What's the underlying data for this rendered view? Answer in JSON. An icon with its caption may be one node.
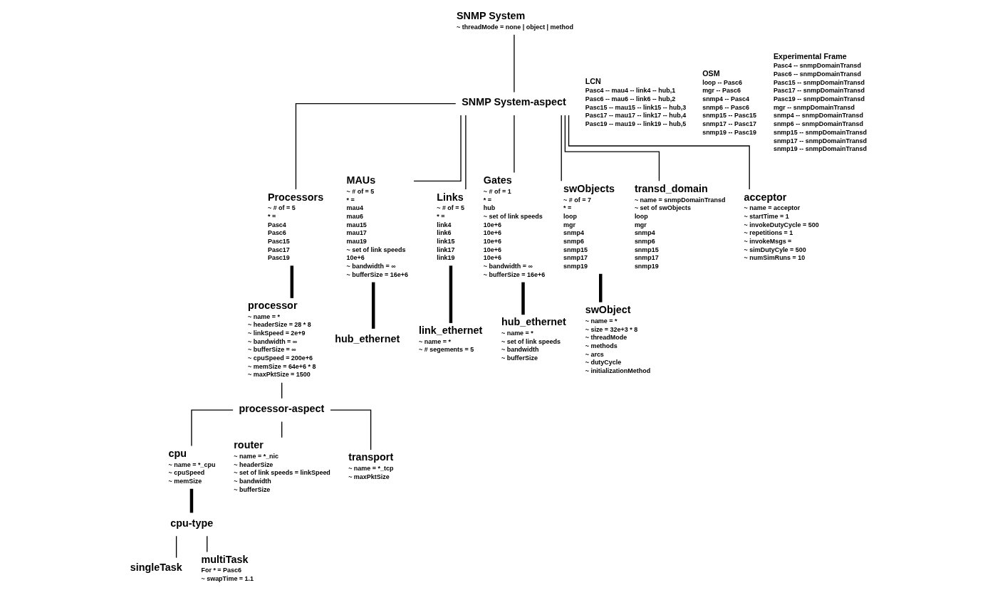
{
  "diagram": {
    "nodes": [
      {
        "text": [
          "SNMP System"
        ],
        "beside": [
          "~ threadMode = none | object | method"
        ]
      },
      {
        "text": [
          "SNMP System-aspect"
        ]
      },
      {
        "text": [
          "Processors"
        ],
        "beside": [
          "~ # of = 5",
          "* =",
          "Pasc4",
          "Pasc6",
          "Pasc15",
          "Pasc17",
          "Pasc19"
        ]
      },
      {
        "text": [
          "processor"
        ],
        "beside": [
          "~ name = *",
          "~ headerSize = 28 * 8",
          "~ linkSpeed = 2e+9",
          "~ bandwidth = ∞",
          "~ bufferSize = ∞",
          "~ cpuSpeed = 200e+6",
          "~ memSize = 64e+6 * 8",
          "~ maxPktSize = 1500"
        ]
      },
      {
        "text": [
          "processor-aspect"
        ]
      },
      {
        "text": [
          "cpu"
        ],
        "beside": [
          "~ name = *_cpu",
          "~ cpuSpeed",
          "~ memSize"
        ]
      },
      {
        "text": [
          "cpu-type"
        ]
      },
      {
        "text": [
          "singleTask"
        ]
      },
      {
        "text": [
          "multiTask"
        ],
        "beside": [
          "For * = Pasc6",
          "~ swapTime = 1.1"
        ]
      },
      {
        "text": [
          "router"
        ],
        "beside": [
          "~ name = *_nic",
          "~ headerSize",
          "~ set of link speeds = linkSpeed",
          "~ bandwidth",
          "~ bufferSize"
        ]
      },
      {
        "text": [
          "transport"
        ],
        "beside": [
          "~ name = *_tcp",
          "~ maxPktSize"
        ]
      },
      {
        "text": [
          "MAUs"
        ],
        "beside": [
          "~ # of = 5",
          "* =",
          "mau4",
          "mau6",
          "mau15",
          "mau17",
          "mau19",
          "~ set of link speeds",
          "10e+6",
          "~ bandwidth = ∞",
          "~ bufferSize = 16e+6"
        ]
      },
      {
        "text": [
          "hub_ethernet"
        ]
      },
      {
        "text": [
          "Links"
        ],
        "beside": [
          "~ # of = 5",
          "* =",
          "link4",
          "link6",
          "link15",
          "link17",
          "link19"
        ]
      },
      {
        "text": [
          "link_ethernet"
        ],
        "beside": [
          "~ name = *",
          "~ # segements = 5"
        ]
      },
      {
        "text": [
          "Gates"
        ],
        "beside": [
          "~ # of = 1",
          "* =",
          "hub",
          "~ set of link speeds",
          "10e+6",
          "10e+6",
          "10e+6",
          "10e+6",
          "10e+6",
          "~ bandwidth = ∞",
          "~ bufferSize = 16e+6"
        ]
      },
      {
        "text": [
          "hub_ethernet"
        ],
        "beside": [
          "~ name = *",
          "~ set of link speeds",
          "~ bandwidth",
          "~ bufferSize"
        ]
      },
      {
        "text": [
          "swObjects"
        ],
        "beside": [
          "~ # of = 7",
          "* =",
          "loop",
          "mgr",
          "snmp4",
          "snmp6",
          "snmp15",
          "snmp17",
          "snmp19"
        ]
      },
      {
        "text": [
          "swObject"
        ],
        "beside": [
          "~ name = *",
          "~ size = 32e+3 * 8",
          "~ threadMode",
          "~ methods",
          "~ arcs",
          "~ dutyCycle",
          "~ initializationMethod"
        ]
      },
      {
        "text": [
          "transd_domain"
        ],
        "beside": [
          "~ name = snmpDomainTransd",
          "~ set of swObjects",
          "loop",
          "mgr",
          "snmp4",
          "snmp6",
          "snmp15",
          "snmp17",
          "snmp19"
        ]
      },
      {
        "text": [
          "acceptor"
        ],
        "beside": [
          "~ name = acceptor",
          "~ startTime = 1",
          "~ invokeDutyCycle = 500",
          "~ repetitions = 1",
          "~ invokeMsgs =",
          "~ simDutyCyle = 500",
          "~ numSimRuns = 10"
        ]
      }
    ],
    "edges": [
      {
        "from": 0,
        "to": 1,
        "arrow": "none"
      },
      {
        "from": 1,
        "to": 2,
        "arrow": "none"
      },
      {
        "from": 2,
        "to": 3,
        "arrow": "none",
        "style": "thick"
      },
      {
        "from": 3,
        "to": 4,
        "arrow": "none"
      },
      {
        "from": 4,
        "to": 5,
        "arrow": "none"
      },
      {
        "from": 5,
        "to": 6,
        "arrow": "none",
        "style": "thick"
      },
      {
        "from": 6,
        "to": 7,
        "arrow": "none"
      },
      {
        "from": 6,
        "to": 8,
        "arrow": "none"
      },
      {
        "from": 4,
        "to": 9,
        "arrow": "none"
      },
      {
        "from": 4,
        "to": 10,
        "arrow": "none"
      },
      {
        "from": 1,
        "to": 11,
        "arrow": "none"
      },
      {
        "from": 11,
        "to": 12,
        "arrow": "none",
        "style": "thick"
      },
      {
        "from": 1,
        "to": 13,
        "arrow": "none"
      },
      {
        "from": 13,
        "to": 14,
        "arrow": "none",
        "style": "thick"
      },
      {
        "from": 1,
        "to": 15,
        "arrow": "none"
      },
      {
        "from": 15,
        "to": 16,
        "arrow": "none",
        "style": "thick"
      },
      {
        "from": 1,
        "to": 17,
        "arrow": "none"
      },
      {
        "from": 17,
        "to": 18,
        "arrow": "none",
        "style": "thick"
      },
      {
        "from": 1,
        "to": 19,
        "arrow": "none"
      },
      {
        "from": 1,
        "to": 20,
        "arrow": "none"
      }
    ],
    "labels": [
      "LCN",
      "Pasc4 -- mau4 -- link4 -- hub,1",
      "Pasc6 -- mau6 -- link6 -- hub,2",
      "Pasc15 -- mau15 -- link15 -- hub,3",
      "Pasc17 -- mau17 -- link17 -- hub,4",
      "Pasc19 -- mau19 -- link19 -- hub,5",
      "OSM",
      "loop -- Pasc6",
      "mgr -- Pasc6",
      "snmp4 -- Pasc4",
      "snmp6 -- Pasc6",
      "snmp15 -- Pasc15",
      "snmp17 -- Pasc17",
      "snmp19 -- Pasc19",
      "Experimental Frame",
      "Pasc4 -- snmpDomainTransd",
      "Pasc6 -- snmpDomainTransd",
      "Pasc15 -- snmpDomainTransd",
      "Pasc17 -- snmpDomainTransd",
      "Pasc19 -- snmpDomainTransd",
      "mgr -- snmpDomainTransd",
      "snmp4 -- snmpDomainTransd",
      "snmp6 -- snmpDomainTransd",
      "snmp15 -- snmpDomainTransd",
      "snmp17 -- snmpDomainTransd",
      "snmp19 -- snmpDomainTransd"
    ]
  }
}
